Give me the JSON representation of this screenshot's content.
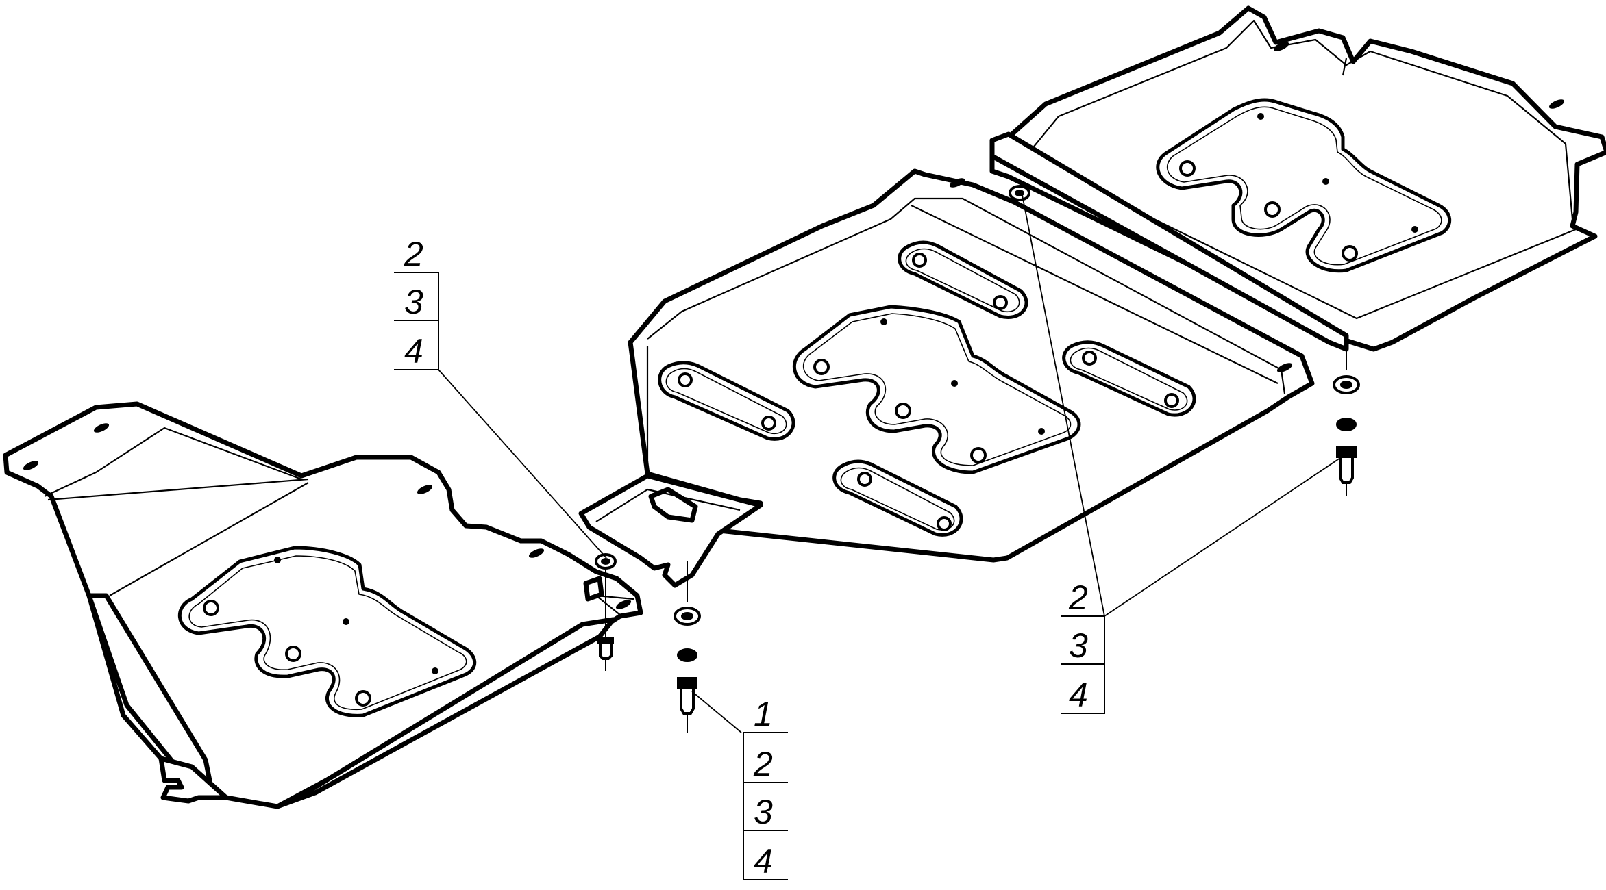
{
  "callouts": [
    {
      "id": "left",
      "labels": [
        "2",
        "3",
        "4"
      ]
    },
    {
      "id": "center-bottom",
      "labels": [
        "1",
        "2",
        "3",
        "4"
      ]
    },
    {
      "id": "right",
      "labels": [
        "2",
        "3",
        "4"
      ]
    }
  ]
}
